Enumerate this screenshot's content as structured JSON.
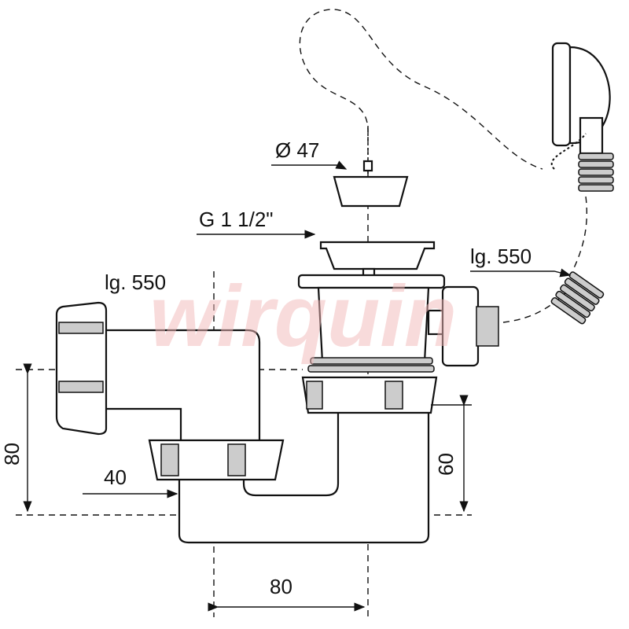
{
  "diagram": {
    "watermark": "wirquin",
    "labels": {
      "stopper_diameter": "Ø 47",
      "thread": "G 1 1/2\"",
      "overflow_length": "lg. 550",
      "outlet_length": "lg. 550",
      "height_left": "80",
      "offset": "40",
      "height_right": "60",
      "width_bottom": "80"
    }
  }
}
